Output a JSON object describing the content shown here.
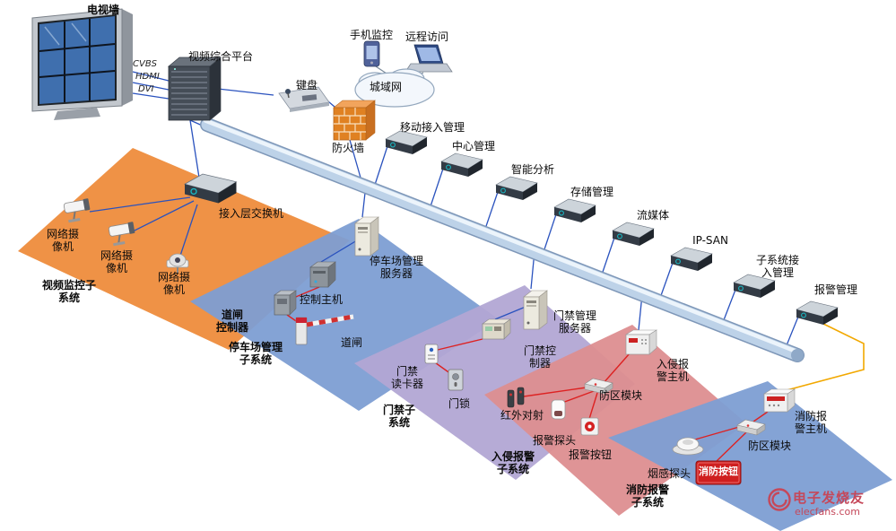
{
  "colors": {
    "zone_video": "#ee8c3c",
    "zone_parking": "#7d9ed3",
    "zone_access": "#b2a6d4",
    "zone_intrusion": "#dd8e90",
    "zone_fire": "#7d9ed3",
    "line_network": "#2a52be",
    "line_alarm": "#dd2222",
    "line_fire_link": "#f2a800",
    "pipe": "#bdd2e8",
    "watermark": "#c5485a"
  },
  "top": {
    "tv_wall": "电视墙",
    "video_platform": "视频综合平台",
    "signal_cvbs": "CVBS",
    "signal_hdmi": "HDMI",
    "signal_dvi": "DVI",
    "keyboard": "键盘",
    "phone_monitor": "手机监控",
    "remote_access": "远程访问",
    "metro_network": "城域网",
    "firewall": "防火墙"
  },
  "backbone_nodes": [
    {
      "label": "移动接入管理"
    },
    {
      "label": "中心管理"
    },
    {
      "label": "智能分析"
    },
    {
      "label": "存储管理"
    },
    {
      "label": "流媒体"
    },
    {
      "label": "IP-SAN"
    },
    {
      "label": "子系统接\n入管理"
    },
    {
      "label": "报警管理"
    }
  ],
  "video_zone": {
    "title": "视频监控子\n系统",
    "switch": "接入层交换机",
    "camera1": "网络摄\n像机",
    "camera2": "网络摄\n像机",
    "camera3": "网络摄\n像机"
  },
  "parking_zone": {
    "title": "停车场管理\n子系统",
    "server": "停车场管理\n服务器",
    "host": "控制主机",
    "barrier_controller": "道闸\n控制器",
    "barrier": "道闸"
  },
  "access_zone": {
    "title": "门禁子\n系统",
    "server": "门禁管理\n服务器",
    "controller": "门禁控\n制器",
    "reader": "门禁\n读卡器",
    "lock": "门锁"
  },
  "intrusion_zone": {
    "title": "入侵报警\n子系统",
    "host": "入侵报\n警主机",
    "zone_module": "防区模块",
    "infrared": "红外对射",
    "detector": "报警探头",
    "button": "报警按钮"
  },
  "fire_zone": {
    "title": "消防报警\n子系统",
    "host": "消防报\n警主机",
    "zone_module": "防区模块",
    "smoke_detector": "烟感探头",
    "fire_button": "消防按钮"
  },
  "watermark": {
    "brand": "电子发烧友",
    "site": "elecfans.com"
  }
}
